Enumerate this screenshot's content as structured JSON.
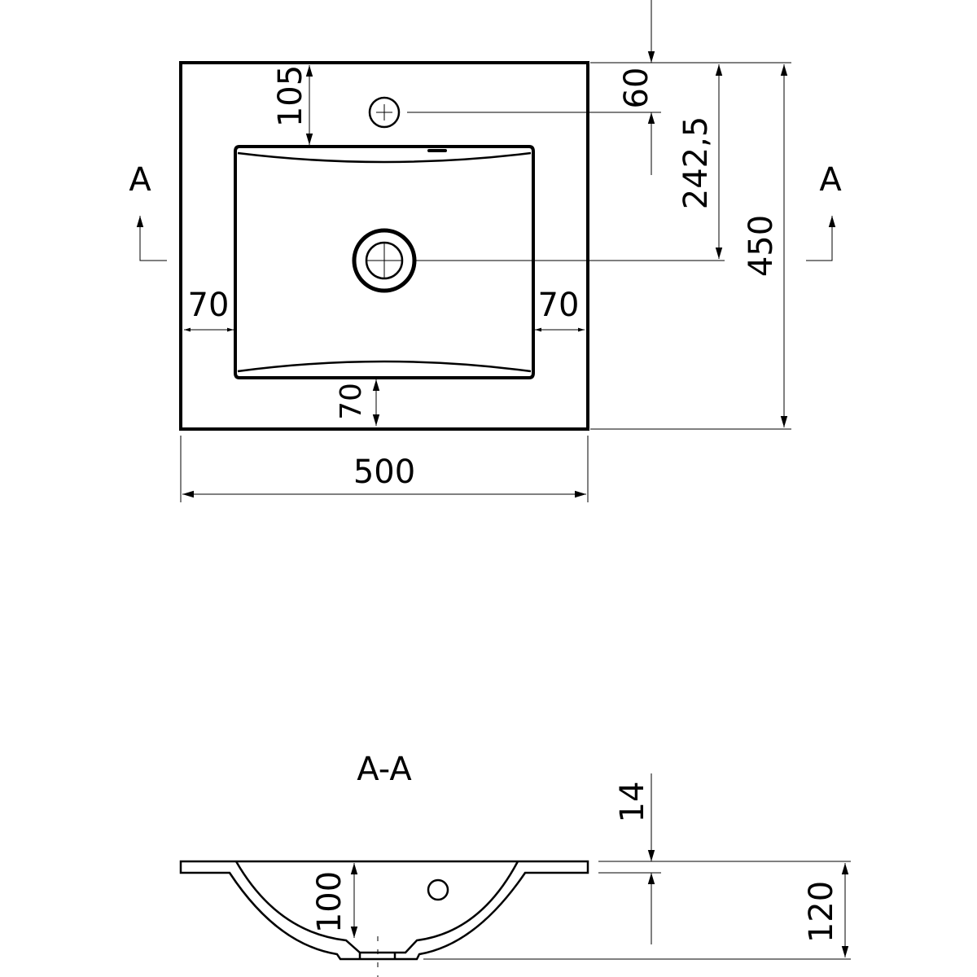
{
  "top_view": {
    "dim_width": "500",
    "dim_depth": "450",
    "dim_tap_from_back": "60",
    "dim_drain_from_back": "242,5",
    "dim_basin_from_back": "105",
    "dim_left_margin": "70",
    "dim_right_margin": "70",
    "dim_front_margin": "70",
    "section_marker_left": "A",
    "section_marker_right": "A"
  },
  "section_view": {
    "title": "A-A",
    "dim_flange_thickness": "14",
    "dim_total_height": "120",
    "dim_bowl_depth": "100"
  }
}
